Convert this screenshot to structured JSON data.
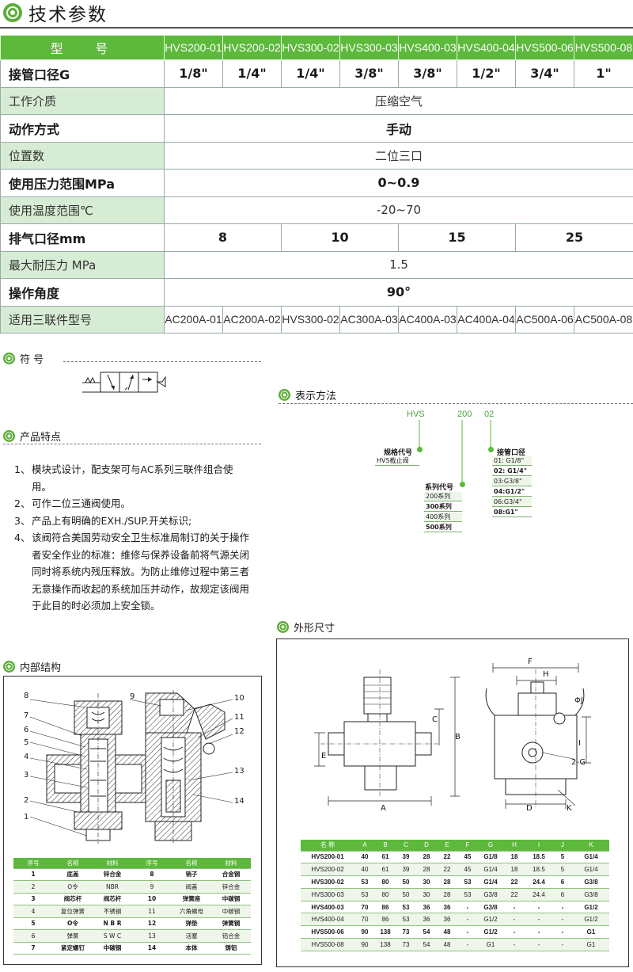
{
  "title": "技术参数",
  "spec": {
    "model_label": "型 号",
    "models": [
      "HVS200-01",
      "HVS200-02",
      "HVS300-02",
      "HVS300-03",
      "HVS400-03",
      "HVS400-04",
      "HVS500-06",
      "HVS500-08"
    ],
    "rows": [
      {
        "label": "接管口径G",
        "style": "bold",
        "cells": [
          "1/8\"",
          "1/4\"",
          "1/4\"",
          "3/8\"",
          "3/8\"",
          "1/2\"",
          "3/4\"",
          "1\""
        ]
      },
      {
        "label": "工作介质",
        "style": "shade",
        "span": "压缩空气"
      },
      {
        "label": "动作方式",
        "style": "bold",
        "span": "手动"
      },
      {
        "label": "位置数",
        "style": "shade",
        "span": "二位三口"
      },
      {
        "label": "使用压力范围MPa",
        "style": "bold",
        "span": "0~0.9"
      },
      {
        "label": "使用温度范围℃",
        "style": "shade",
        "span": "-20~70"
      },
      {
        "label": "排气口径mm",
        "style": "bold",
        "pairs": [
          "8",
          "10",
          "15",
          "25"
        ]
      },
      {
        "label": "最大耐压力 MPa",
        "style": "shade",
        "span": "1.5"
      },
      {
        "label": "操作角度",
        "style": "bold",
        "span": "90°"
      },
      {
        "label": "适用三联件型号",
        "style": "shade",
        "cells": [
          "AC200A-01",
          "AC200A-02",
          "HVS300-02",
          "AC300A-03",
          "AC400A-03",
          "AC400A-04",
          "AC500A-06",
          "AC500A-08"
        ]
      }
    ]
  },
  "symbol": {
    "heading": "符  号"
  },
  "notation": {
    "heading": "表示方法",
    "codes": [
      "HVS",
      "200",
      "02"
    ],
    "spec_title": "规格代号",
    "spec_items": [
      "HVS截止阀"
    ],
    "series_title": "系列代号",
    "series_items": [
      "200系列",
      "300系列",
      "400系列",
      "500系列"
    ],
    "port_title": "接管口径",
    "port_items": [
      "01: G1/8\"",
      "02: G1/4\"",
      "03:G3/8\"",
      "04:G1/2\"",
      "06:G3/4\"",
      "08:G1\""
    ]
  },
  "features": {
    "heading": "产品特点",
    "items": [
      {
        "num": "1、",
        "text": "模块式设计，配支架可与AC系列三联件组合使用。"
      },
      {
        "num": "2、",
        "text": "可作二位三通阀使用。"
      },
      {
        "num": "3、",
        "text": "产品上有明确的EXH./SUP.开关标识;"
      },
      {
        "num": "4、",
        "text": "该阀符合美国劳动安全卫生标准局制订的关于操作者安全作业的标准：维修与保养设备前将气源关闭同时将系统内残压释放。为防止维修过程中第三者无意操作而收起的系统加压并动作，故规定该阀用于此目的时必须加上安全锁。"
      }
    ]
  },
  "structure": {
    "heading": "内部结构",
    "callouts": [
      "8",
      "7",
      "6",
      "5",
      "4",
      "3",
      "2",
      "1",
      "9",
      "10",
      "11",
      "12",
      "13",
      "14"
    ],
    "parts_header": [
      "序号",
      "名称",
      "材料",
      "序号",
      "名称",
      "材料"
    ],
    "parts": [
      [
        "1",
        "底盖",
        "锌合金",
        "8",
        "销子",
        "合金钢"
      ],
      [
        "2",
        "O令",
        "NBR",
        "9",
        "阀盖",
        "锌合金"
      ],
      [
        "3",
        "阀芯杆",
        "阀芯杆",
        "10",
        "弹簧座",
        "中碳钢"
      ],
      [
        "4",
        "复位弹簧",
        "不锈钢",
        "11",
        "六角螺母",
        "中碳钢"
      ],
      [
        "5",
        "O令",
        "N B R",
        "12",
        "弹垫",
        "弹簧钢"
      ],
      [
        "6",
        "弹簧",
        "S W C",
        "13",
        "活塞",
        "铝合金"
      ],
      [
        "7",
        "紧定螺钉",
        "中碳钢",
        "14",
        "本体",
        "铸铝"
      ]
    ]
  },
  "dimensions": {
    "heading": "外形尺寸",
    "labels": [
      "F",
      "H",
      "ΦJ",
      "C",
      "B",
      "E",
      "I",
      "2-G",
      "A",
      "D",
      "K"
    ],
    "header": [
      "名  称",
      "A",
      "B",
      "C",
      "D",
      "E",
      "F",
      "G",
      "H",
      "I",
      "J",
      "K"
    ],
    "rows": [
      [
        "HVS200-01",
        "40",
        "61",
        "39",
        "28",
        "22",
        "45",
        "G1/8",
        "18",
        "18.5",
        "5",
        "G1/4"
      ],
      [
        "HVS200-02",
        "40",
        "61",
        "39",
        "28",
        "22",
        "45",
        "G1/4",
        "18",
        "18.5",
        "5",
        "G1/4"
      ],
      [
        "HVS300-02",
        "53",
        "80",
        "50",
        "30",
        "28",
        "53",
        "G1/4",
        "22",
        "24.4",
        "6",
        "G3/8"
      ],
      [
        "HVS300-03",
        "53",
        "80",
        "50",
        "30",
        "28",
        "53",
        "G3/8",
        "22",
        "24.4",
        "6",
        "G3/8"
      ],
      [
        "HVS400-03",
        "70",
        "86",
        "53",
        "36",
        "36",
        "-",
        "G3/8",
        "-",
        "-",
        "-",
        "G1/2"
      ],
      [
        "HVS400-04",
        "70",
        "86",
        "53",
        "36",
        "36",
        "-",
        "G1/2",
        "-",
        "-",
        "-",
        "G1/2"
      ],
      [
        "HVS500-06",
        "90",
        "138",
        "73",
        "54",
        "48",
        "-",
        "G1/2",
        "-",
        "-",
        "-",
        "G1"
      ],
      [
        "HVS500-08",
        "90",
        "138",
        "73",
        "54",
        "48",
        "-",
        "G1",
        "-",
        "-",
        "-",
        "G1"
      ]
    ]
  }
}
